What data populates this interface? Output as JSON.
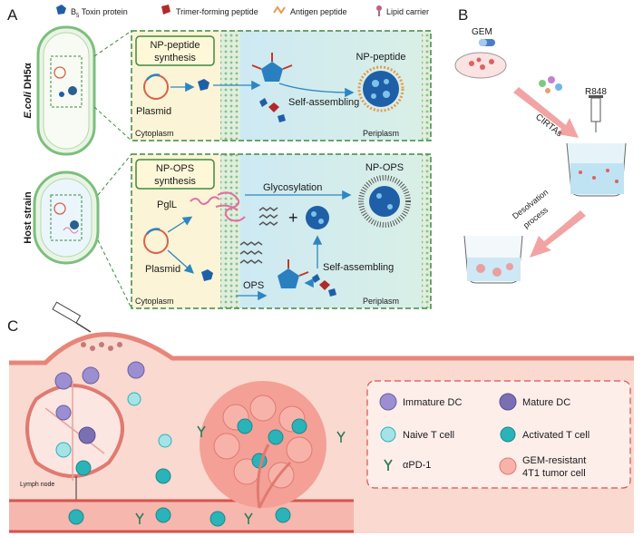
{
  "panels": {
    "a": "A",
    "b": "B",
    "c": "C"
  },
  "legend_top": {
    "toxin": "B",
    "toxin_sub": "5",
    "toxin_rest": "Toxin protein",
    "trimer": "Trimer-forming peptide",
    "antigen": "Antigen peptide",
    "lipid": "Lipid carrier"
  },
  "panel_a": {
    "strain1_italic": "E.coli",
    "strain1_rest": "DH5α",
    "strain2": "Host strain",
    "top": {
      "title_line1": "NP-peptide",
      "title_line2": "synthesis",
      "plasmid": "Plasmid",
      "self_assembling": "Self-assembling",
      "product": "NP-peptide",
      "cytoplasm": "Cytoplasm",
      "periplasm": "Periplasm"
    },
    "bottom": {
      "title_line1": "NP-OPS",
      "title_line2": "synthesis",
      "pgll": "PglL",
      "plasmid": "Plasmid",
      "glycosylation": "Glycosylation",
      "product": "NP-OPS",
      "ops": "OPS",
      "self_assembling": "Self-assembling",
      "cytoplasm": "Cytoplasm",
      "periplasm": "Periplasm"
    }
  },
  "panel_b": {
    "gem": "GEM",
    "r848": "R848",
    "cirtas": "CIRTAs",
    "desolvation_line1": "Desolvation",
    "desolvation_line2": "process"
  },
  "panel_c": {
    "lymph_node": "Lymph node",
    "legend": {
      "immature_dc": "Immature DC",
      "mature_dc": "Mature DC",
      "naive_t": "Naive T cell",
      "activated_t": "Activated T cell",
      "apd1": "αPD-1",
      "tumor_line1": "GEM-resistant",
      "tumor_line2": "4T1 tumor cell"
    }
  },
  "colors": {
    "cytoplasm_blue": "#cfe6f4",
    "periplasm_green": "#d7efe0",
    "box_green": "#3f8a3f",
    "arrow_blue": "#2e86c1",
    "skin_pink": "#f7cfc6",
    "vessel_red": "#d9534f",
    "tcell_teal": "#2ab3b8",
    "dc_purple": "#7b6fb3"
  }
}
